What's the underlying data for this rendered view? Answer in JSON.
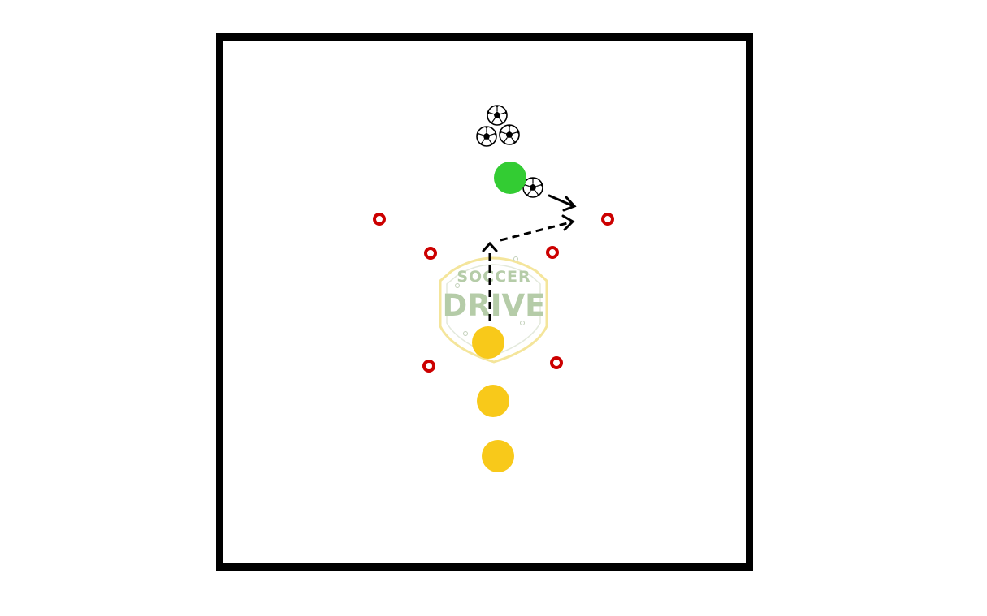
{
  "diagram": {
    "field_border_color": "#000000",
    "background_color": "#ffffff",
    "watermark": {
      "line1": "SOCCER",
      "line2": "DRIVE",
      "text_color": "#a9c49a",
      "border_color": "#f3e18a"
    },
    "players": {
      "green_color": "#33cc33",
      "yellow_color": "#f8c91a",
      "green_count": 1,
      "yellow_count": 3
    },
    "cones": {
      "color": "#cc0000",
      "count": 6
    },
    "balls": {
      "count": 4,
      "icon": "soccer-ball-icon"
    },
    "arrows": {
      "pass": "solid-arrow",
      "run": "dashed-arrow"
    }
  }
}
